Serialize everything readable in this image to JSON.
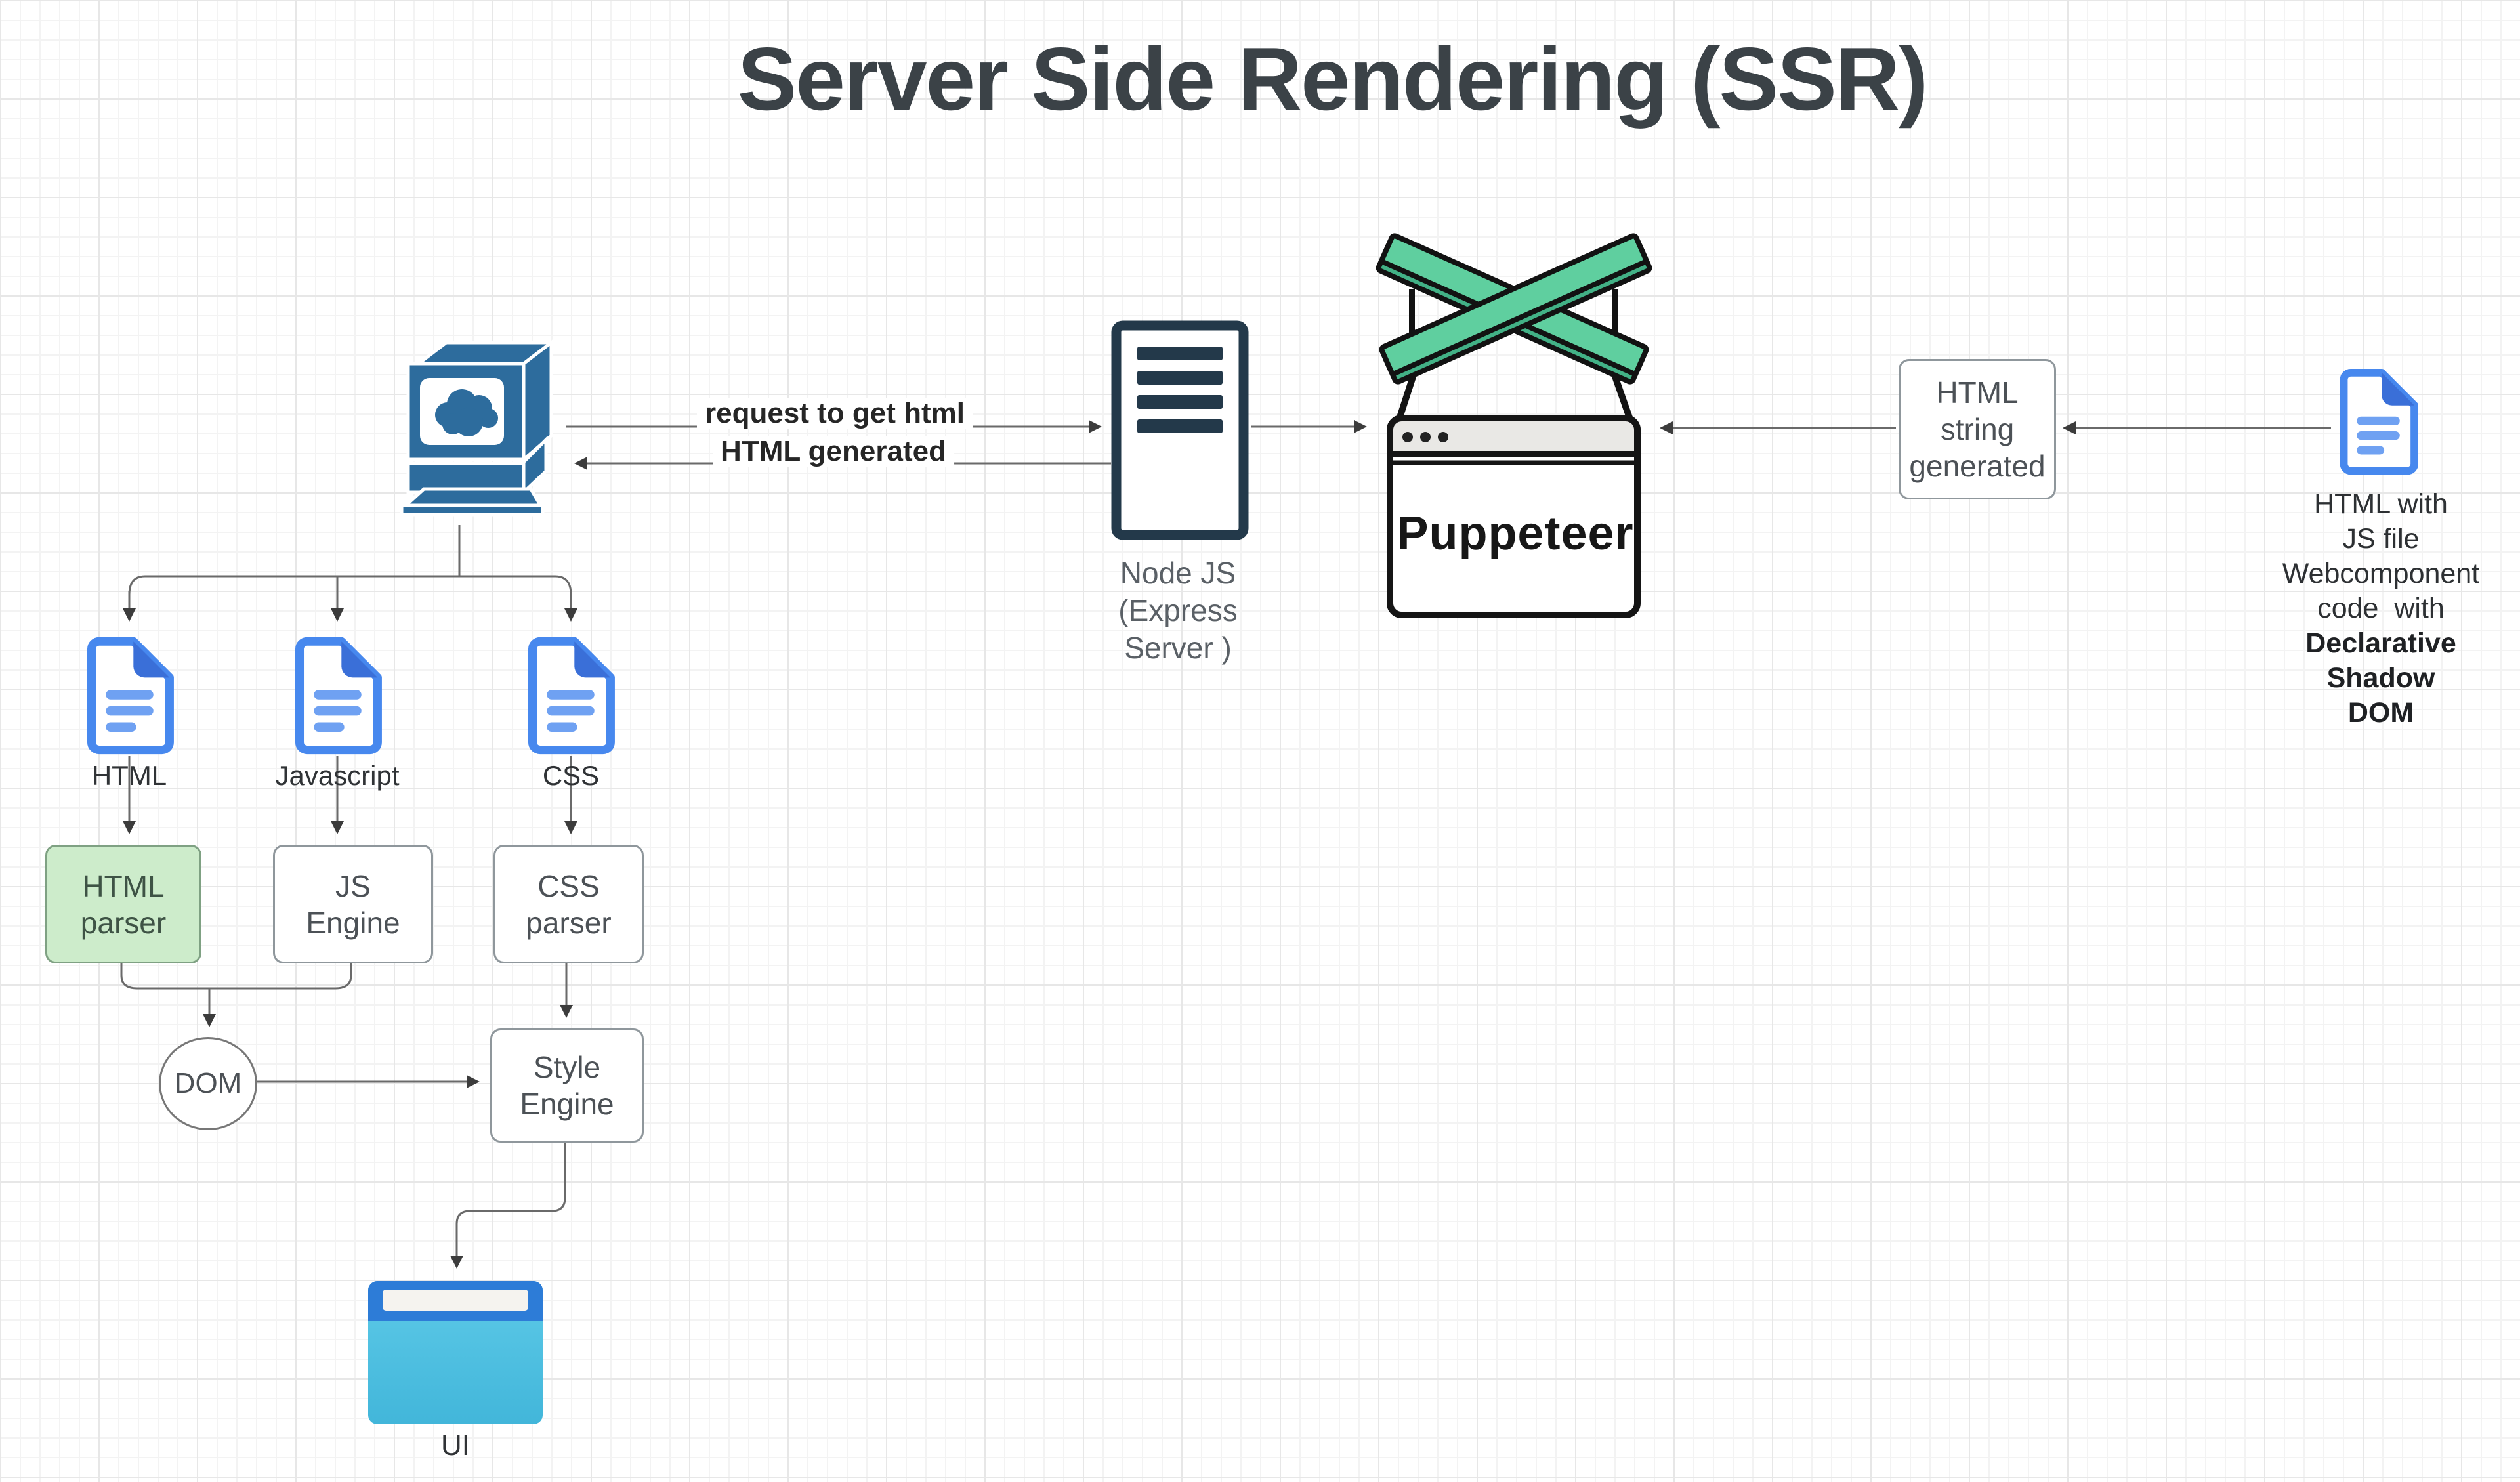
{
  "title": "Server Side Rendering (SSR)",
  "colors": {
    "accent_blue": "#2d6c9d",
    "doc_blue": "#4788ee",
    "doc_fold": "#3a6fd8",
    "doc_line": "#6fa1f2",
    "server_navy": "#23394a",
    "pptr_green": "#5fcf9f",
    "pptr_green_dark": "#42b186",
    "browser_header": "#2d7cd7",
    "browser_body1": "#5dcae8",
    "browser_body2": "#42b6da",
    "parser_green": "#cdeccb",
    "box_border": "#8f979c",
    "connector": "#6a6a6a",
    "arrowhead": "#3c3c3c",
    "title_color": "#3b4247",
    "grid_minor": "#f3f3f3",
    "grid_major": "#e7e7e7"
  },
  "flow": {
    "request_label": "request to get html",
    "response_label": "HTML generated"
  },
  "nodes": {
    "nodejs": {
      "label_lines": [
        "Node JS",
        "(Express",
        "Server )"
      ]
    },
    "puppeteer": {
      "label": "Puppeteer"
    },
    "html_string": {
      "lines": [
        "HTML",
        "string",
        "generated"
      ]
    },
    "ssr_file": {
      "caption_lines": [
        "HTML with",
        "JS file",
        "Webcomponent",
        "code  with"
      ],
      "caption_bold_lines": [
        "Declarative",
        "Shadow",
        "DOM"
      ]
    },
    "files": [
      {
        "label": "HTML"
      },
      {
        "label": "Javascript"
      },
      {
        "label": "CSS"
      }
    ],
    "html_parser": {
      "lines": [
        "HTML",
        "parser"
      ]
    },
    "js_engine": {
      "lines": [
        "JS",
        "Engine"
      ]
    },
    "css_parser": {
      "lines": [
        "CSS",
        "parser"
      ]
    },
    "dom": {
      "label": "DOM"
    },
    "style_engine": {
      "lines": [
        "Style",
        "Engine"
      ]
    },
    "ui": {
      "label": "UI"
    }
  }
}
